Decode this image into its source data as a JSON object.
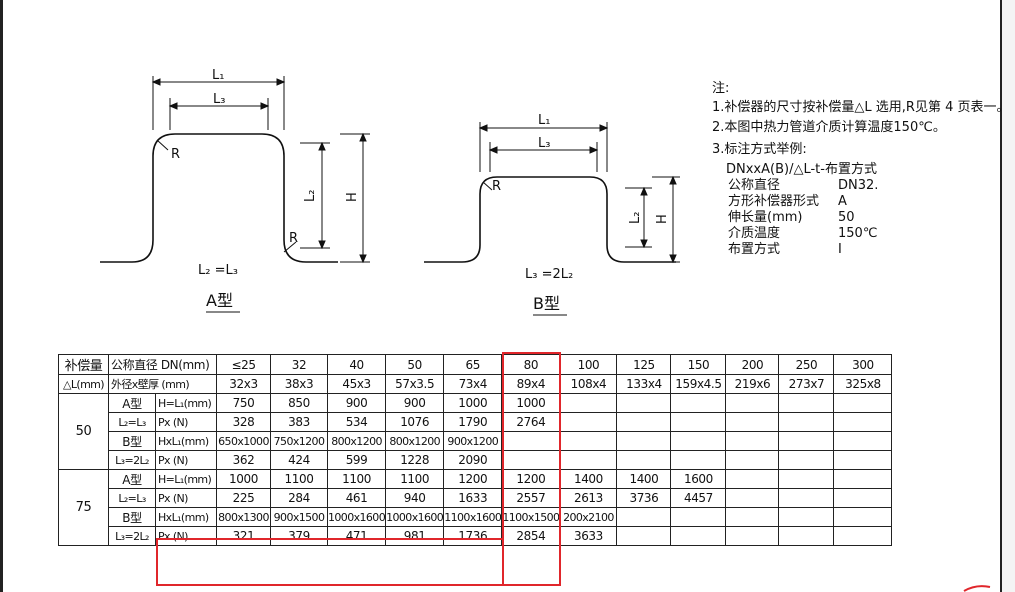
{
  "diagram_a": {
    "title": "A型",
    "formula": "L₂ =L₃",
    "label_l1": "L₁",
    "label_l3": "L₃",
    "label_l2": "L₂",
    "label_h": "H",
    "label_r_top": "R",
    "label_r_bottom": "R"
  },
  "diagram_b": {
    "title": "B型",
    "formula": "L₃ =2L₂",
    "label_l1": "L₁",
    "label_l3": "L₃",
    "label_l2": "L₂",
    "label_h": "H",
    "label_r": "R"
  },
  "notes": {
    "heading": "注:",
    "line1": "1.补偿器的尺寸按补偿量△L 选用,R见第 4 页表一。",
    "line2": "2.本图中热力管道介质计算温度150℃。",
    "line3": "3.标注方式举例:",
    "example_code": "DNxxA(B)/△L-t-布置方式",
    "example": [
      {
        "key": "公称直径",
        "value": "DN32."
      },
      {
        "key": "方形补偿器形式",
        "value": "A"
      },
      {
        "key": "伸长量(mm)",
        "value": "50"
      },
      {
        "key": "介质温度",
        "value": "150℃"
      },
      {
        "key": "布置方式",
        "value": "I"
      }
    ]
  },
  "table": {
    "corner_top": "补偿量",
    "corner_bottom": "△L(mm)",
    "dn_label": "公称直径 DN(mm)",
    "od_label": "外径x壁厚 (mm)",
    "dn_values": [
      "≤25",
      "32",
      "40",
      "50",
      "65",
      "80",
      "100",
      "125",
      "150",
      "200",
      "250",
      "300"
    ],
    "od_values": [
      "32x3",
      "38x3",
      "45x3",
      "57x3.5",
      "73x4",
      "89x4",
      "108x4",
      "133x4",
      "159x4.5",
      "219x6",
      "273x7",
      "325x8"
    ],
    "groups": [
      {
        "delta": "50",
        "type_a": "A型",
        "type_a_rel": "L₂=L₃",
        "type_b": "B型",
        "type_b_rel": "L₃=2L₂",
        "rows": [
          {
            "param": "H=L₁(mm)",
            "values": [
              "750",
              "850",
              "900",
              "900",
              "1000",
              "1000",
              "",
              "",
              "",
              "",
              "",
              ""
            ]
          },
          {
            "param": "Px (N)",
            "values": [
              "328",
              "383",
              "534",
              "1076",
              "1790",
              "2764",
              "",
              "",
              "",
              "",
              "",
              ""
            ]
          },
          {
            "param": "HxL₁(mm)",
            "values": [
              "650x1000",
              "750x1200",
              "800x1200",
              "800x1200",
              "900x1200",
              "",
              "",
              "",
              "",
              "",
              "",
              ""
            ]
          },
          {
            "param": "Px (N)",
            "values": [
              "362",
              "424",
              "599",
              "1228",
              "2090",
              "",
              "",
              "",
              "",
              "",
              "",
              ""
            ]
          }
        ]
      },
      {
        "delta": "75",
        "type_a": "A型",
        "type_a_rel": "L₂=L₃",
        "type_b": "B型",
        "type_b_rel": "L₃=2L₂",
        "rows": [
          {
            "param": "H=L₁(mm)",
            "values": [
              "1000",
              "1100",
              "1100",
              "1100",
              "1200",
              "1200",
              "1400",
              "1400",
              "1600",
              "",
              "",
              ""
            ]
          },
          {
            "param": "Px (N)",
            "values": [
              "225",
              "284",
              "461",
              "940",
              "1633",
              "2557",
              "2613",
              "3736",
              "4457",
              "",
              "",
              ""
            ]
          },
          {
            "param": "HxL₁(mm)",
            "values": [
              "800x1300",
              "900x1500",
              "1000x1600",
              "1000x1600",
              "1100x1600",
              "1100x1500",
              "200x2100",
              "",
              "",
              "",
              "",
              ""
            ]
          },
          {
            "param": "Px (N)",
            "values": [
              "321",
              "379",
              "471",
              "981",
              "1736",
              "2854",
              "3633",
              "",
              "",
              "",
              "",
              ""
            ]
          }
        ]
      }
    ]
  },
  "highlight_color": "#e0262b"
}
